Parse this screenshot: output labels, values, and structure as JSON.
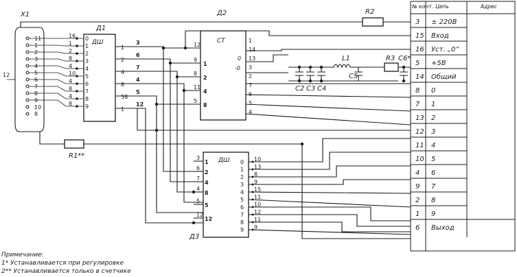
{
  "components": {
    "x1": {
      "ref": "Х1",
      "pin_labels": [
        "11",
        "1",
        "2",
        "3",
        "4",
        "5",
        "6",
        "7",
        "8",
        "9",
        "10",
        "8"
      ],
      "shell": "12"
    },
    "d1": {
      "ref": "Д1",
      "type": "ДШ",
      "inputs": [
        "16",
        "1",
        "2",
        "8",
        "4",
        "10",
        "4",
        "8",
        "4",
        "8"
      ],
      "input_bits": [
        "0",
        "1",
        "2",
        "3",
        "4",
        "5",
        "6",
        "7",
        "8",
        "9"
      ],
      "outputs": [
        "1",
        "2",
        "4",
        "8",
        "58",
        "1"
      ],
      "out_nums": [
        "3",
        "6",
        "7",
        "4",
        "5",
        "12"
      ]
    },
    "d2": {
      "ref": "Д2",
      "type": "СТ",
      "in_nums": [
        "12",
        "9",
        "8",
        "11",
        "5"
      ],
      "in_bits": [
        "",
        "1",
        "2",
        "4",
        "8"
      ],
      "outputs": [
        "1",
        "14",
        "13",
        "3",
        "2",
        "7",
        "6",
        "5",
        "4"
      ],
      "marks": [
        "0",
        "-0"
      ]
    },
    "d3": {
      "ref": "Д3",
      "type": "ДШ",
      "inputs": [
        "1",
        "2",
        "4",
        "8",
        "5",
        "12"
      ],
      "in_nums": [
        "3",
        "6",
        "7",
        "4",
        "5",
        "12"
      ],
      "outputs": [
        "0",
        "1",
        "2",
        "3",
        "4",
        "5",
        "6",
        "7",
        "8",
        "9"
      ],
      "out_nums": [
        "10",
        "13",
        "8",
        "9",
        "15",
        "11",
        "10",
        "12",
        "11",
        "9"
      ]
    },
    "r1": {
      "ref": "R1**"
    },
    "r2": {
      "ref": "R2"
    },
    "r3": {
      "ref": "R3"
    },
    "c_small": [
      "C2",
      "C3",
      "C4"
    ],
    "c5": "C5",
    "c6": "C6*",
    "l1": "L1"
  },
  "table": {
    "headers": [
      "№ конт.",
      "Цепь",
      "Адрес"
    ],
    "rows": [
      {
        "contact": "3",
        "circuit": "± 220В"
      },
      {
        "contact": "15",
        "circuit": "Вход"
      },
      {
        "contact": "16",
        "circuit": "Уст. „0“"
      },
      {
        "contact": "5",
        "circuit": "+5В"
      },
      {
        "contact": "14",
        "circuit": "Общий"
      },
      {
        "contact": "8",
        "circuit": "0"
      },
      {
        "contact": "7",
        "circuit": "1"
      },
      {
        "contact": "13",
        "circuit": "2"
      },
      {
        "contact": "12",
        "circuit": "3"
      },
      {
        "contact": "11",
        "circuit": "4"
      },
      {
        "contact": "10",
        "circuit": "5"
      },
      {
        "contact": "4",
        "circuit": "6"
      },
      {
        "contact": "9",
        "circuit": "7"
      },
      {
        "contact": "2",
        "circuit": "8"
      },
      {
        "contact": "1",
        "circuit": "9"
      },
      {
        "contact": "6",
        "circuit": "Выход"
      }
    ]
  },
  "notes": {
    "title": "Примечание:",
    "lines": [
      "1* Устанавливается при регулировке",
      "2** Устанавливается только в счетчике"
    ]
  }
}
